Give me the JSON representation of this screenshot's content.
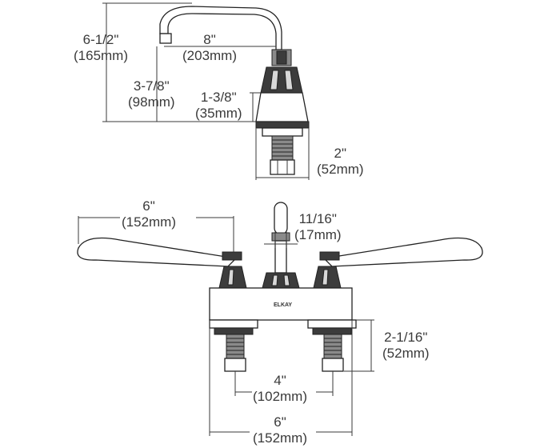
{
  "brand_label": "ELKAY",
  "side_view": {
    "overall_height": {
      "in": "6-1/2\"",
      "mm": "(165mm)"
    },
    "spout_reach": {
      "in": "8\"",
      "mm": "(203mm)"
    },
    "spout_height": {
      "in": "3-7/8\"",
      "mm": "(98mm)"
    },
    "body_height": {
      "in": "1-3/8\"",
      "mm": "(35mm)"
    },
    "shank_length": {
      "in": "2\"",
      "mm": "(52mm)"
    }
  },
  "front_view": {
    "handle_length": {
      "in": "6\"",
      "mm": "(152mm)"
    },
    "spout_diameter": {
      "in": "11/16\"",
      "mm": "(17mm)"
    },
    "shank_height": {
      "in": "2-1/16\"",
      "mm": "(52mm)"
    },
    "center_spacing": {
      "in": "4\"",
      "mm": "(102mm)"
    },
    "base_width": {
      "in": "6\"",
      "mm": "(152mm)"
    }
  }
}
